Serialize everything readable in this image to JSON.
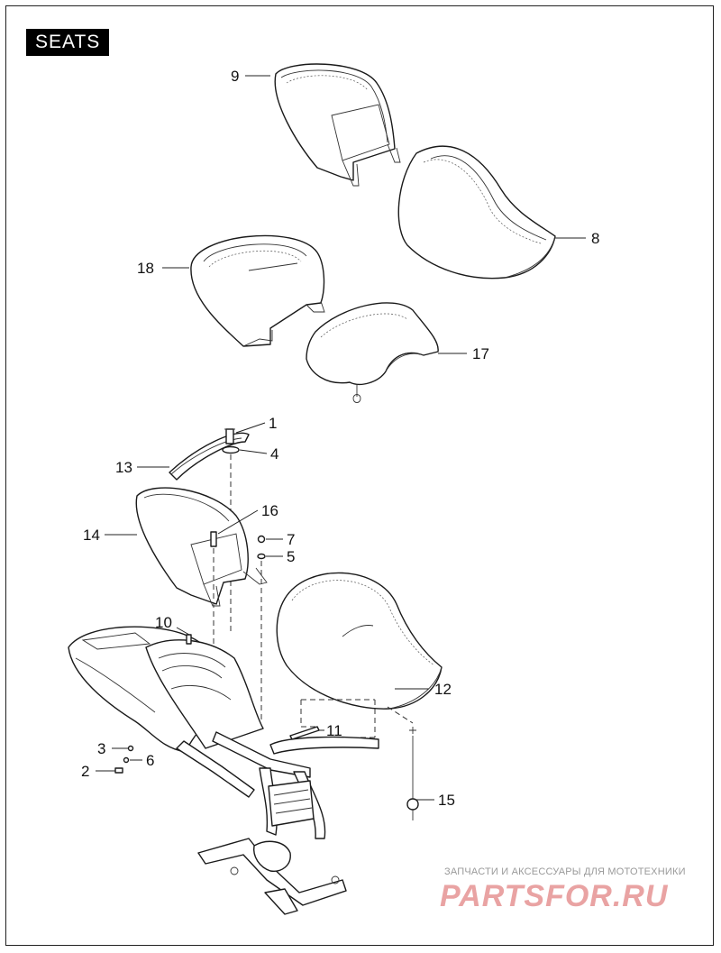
{
  "header": {
    "section_title": "SEATS"
  },
  "callouts": [
    {
      "id": "9",
      "label": "9"
    },
    {
      "id": "8",
      "label": "8"
    },
    {
      "id": "18",
      "label": "18"
    },
    {
      "id": "17",
      "label": "17"
    },
    {
      "id": "1",
      "label": "1"
    },
    {
      "id": "4",
      "label": "4"
    },
    {
      "id": "13",
      "label": "13"
    },
    {
      "id": "16",
      "label": "16"
    },
    {
      "id": "14",
      "label": "14"
    },
    {
      "id": "7",
      "label": "7"
    },
    {
      "id": "5",
      "label": "5"
    },
    {
      "id": "10",
      "label": "10"
    },
    {
      "id": "12",
      "label": "12"
    },
    {
      "id": "11",
      "label": "11"
    },
    {
      "id": "3",
      "label": "3"
    },
    {
      "id": "6",
      "label": "6"
    },
    {
      "id": "2",
      "label": "2"
    },
    {
      "id": "15",
      "label": "15"
    }
  ],
  "watermark": {
    "caption": "ЗАПЧАСТИ И АКСЕССУАРЫ ДЛЯ МОТОТЕХНИКИ",
    "logo": "PARTSFOR.RU"
  },
  "colors": {
    "ink": "#1a1a1a",
    "tag_bg": "#000000",
    "watermark": "#e9a3a3"
  }
}
